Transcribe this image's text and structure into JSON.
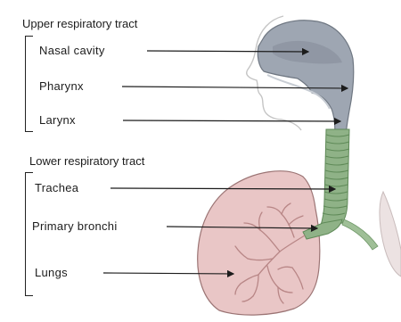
{
  "groups": {
    "upper": "Upper respiratory tract",
    "lower": "Lower respiratory tract"
  },
  "labels": {
    "nasal_cavity": "Nasal cavity",
    "pharynx": "Pharynx",
    "larynx": "Larynx",
    "trachea": "Trachea",
    "primary_bronchi": "Primary bronchi",
    "lungs": "Lungs"
  },
  "colors": {
    "airway_fill": "#9ea6b2",
    "airway_outline": "#6f7782",
    "trachea_fill": "#8fb287",
    "trachea_ring": "#5f8a58",
    "lung_fill": "#e9c6c6",
    "lung_outline": "#9b7474",
    "bronchiole": "#b88686",
    "leader_line": "#1c1c1c"
  }
}
